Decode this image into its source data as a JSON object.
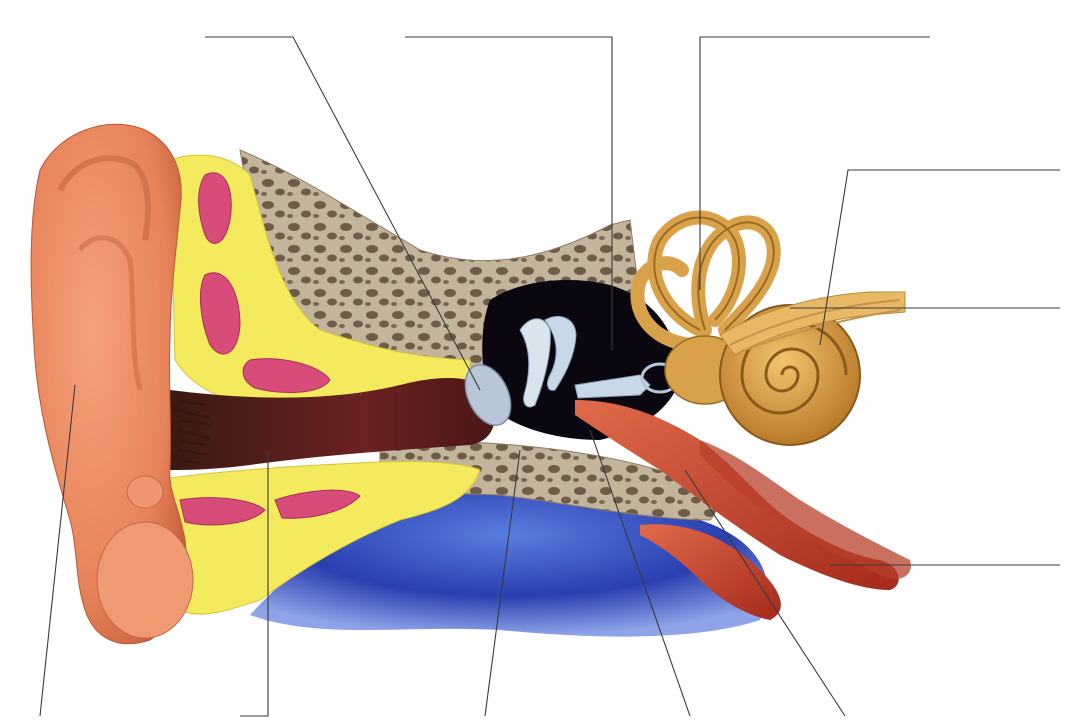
{
  "diagram": {
    "labels": [],
    "leader_lines": [
      {
        "id": "eardrum"
      },
      {
        "id": "incus"
      },
      {
        "id": "semicircular-canals"
      },
      {
        "id": "vestibular-nerve"
      },
      {
        "id": "cochlear-nerve"
      },
      {
        "id": "eustachian-tube"
      },
      {
        "id": "pinna"
      },
      {
        "id": "ear-canal"
      },
      {
        "id": "malleus"
      },
      {
        "id": "stapes"
      },
      {
        "id": "cochlea"
      }
    ],
    "colors": {
      "skin": "#e8835a",
      "cartilage": "#f3ea5e",
      "muscle_pink": "#d84c7a",
      "bone": "#b8a58c",
      "canal": "#5a1c1c",
      "cavity": "#0a0710",
      "ossicle": "#c8d8e8",
      "labyrinth": "#d9a24a",
      "vessel": "#c8402a",
      "soft_tissue": "#2a3fb0"
    }
  }
}
